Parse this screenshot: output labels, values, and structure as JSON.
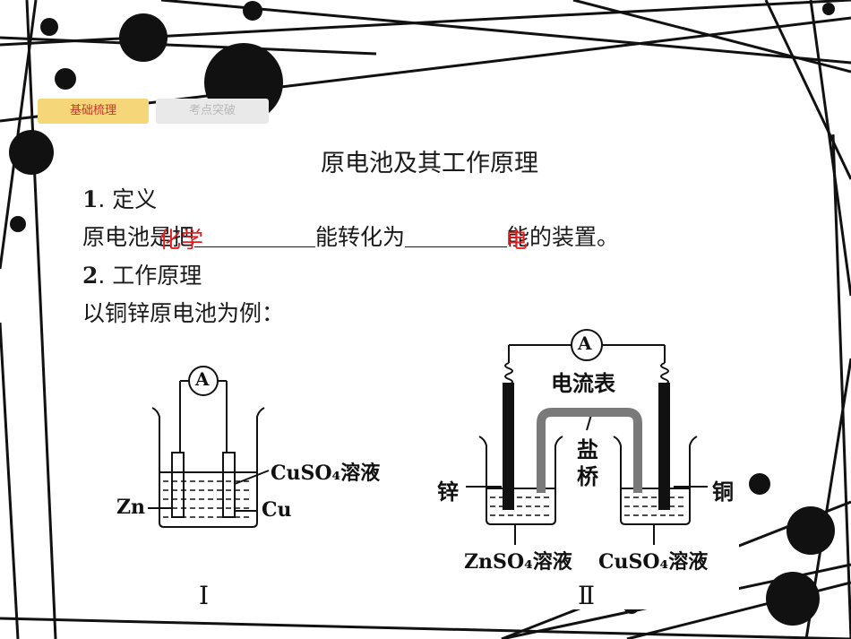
{
  "tabs": {
    "active": "基础梳理",
    "inactive": "考点突破"
  },
  "title": "原电池及其工作原理",
  "section1": {
    "num": "1",
    "label": ". 定义",
    "sentence_start": "原电池是把",
    "answer1": "化学",
    "middle": "能转化为",
    "answer2": "电",
    "sentence_end": "能的装置。"
  },
  "section2": {
    "num": "2",
    "label": ". 工作原理",
    "intro": "以铜锌原电池为例："
  },
  "diagram1": {
    "meter": "A",
    "solution": "CuSO₄溶液",
    "left_electrode": "Zn",
    "right_electrode": "Cu",
    "caption": "Ⅰ"
  },
  "diagram2": {
    "meter": "A",
    "meter_label": "电流表",
    "bridge_label_1": "盐",
    "bridge_label_2": "桥",
    "left_electrode": "锌",
    "right_electrode": "铜",
    "left_solution": "ZnSO₄溶液",
    "right_solution": "CuSO₄溶液",
    "caption": "Ⅱ"
  },
  "colors": {
    "answer": "#e02020",
    "tab_active_bg": "#f5d77a",
    "tab_inactive_bg": "#e9e9e9"
  }
}
